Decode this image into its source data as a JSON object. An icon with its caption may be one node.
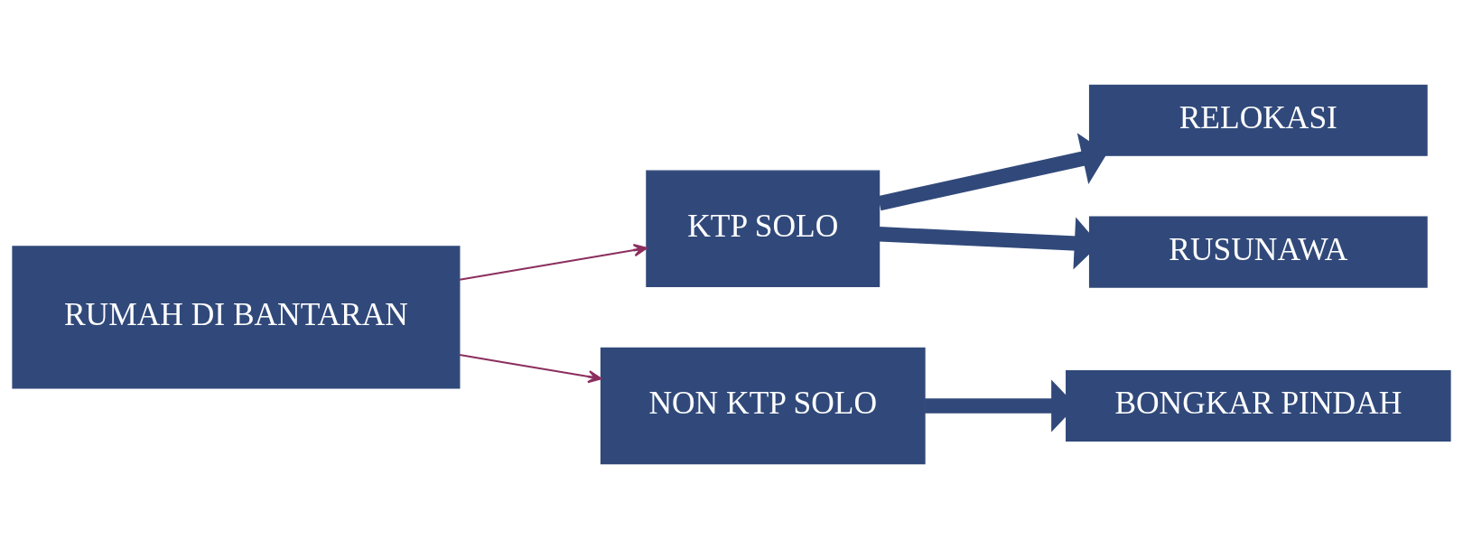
{
  "diagram": {
    "nodes": [
      {
        "text": [
          "RUMAH DI BANTARAN"
        ]
      },
      {
        "text": [
          "KTP SOLO"
        ]
      },
      {
        "text": [
          "NON KTP SOLO"
        ]
      },
      {
        "text": [
          "RELOKASI"
        ]
      },
      {
        "text": [
          "RUSUNAWA"
        ]
      },
      {
        "text": [
          "BONGKAR PINDAH"
        ]
      }
    ],
    "edges": [
      {
        "from": 0,
        "to": 1,
        "arrow": "to",
        "color": "#8b2f5e"
      },
      {
        "from": 0,
        "to": 2,
        "arrow": "to",
        "color": "#8b2f5e"
      },
      {
        "from": 1,
        "to": 3,
        "arrow": "to"
      },
      {
        "from": 1,
        "to": 4,
        "arrow": "to"
      },
      {
        "from": 2,
        "to": 5,
        "arrow": "to"
      }
    ]
  }
}
